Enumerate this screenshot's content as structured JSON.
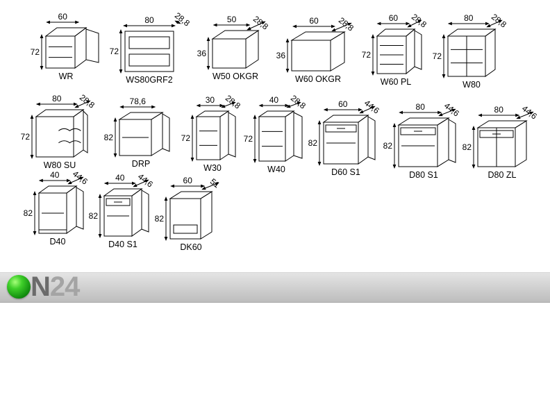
{
  "brand": {
    "name_letter": "N",
    "name_digits": "24"
  },
  "units": [
    {
      "code": "WR",
      "width": "60",
      "depth": "",
      "height": "72"
    },
    {
      "code": "WS80GRF2",
      "width": "80",
      "depth": "28,8",
      "height": "72"
    },
    {
      "code": "W50 OKGR",
      "width": "50",
      "depth": "28,8",
      "height": "36"
    },
    {
      "code": "W60 OKGR",
      "width": "60",
      "depth": "28,8",
      "height": "36"
    },
    {
      "code": "W60 PL",
      "width": "60",
      "depth": "28,8",
      "height": "72"
    },
    {
      "code": "W80",
      "width": "80",
      "depth": "28,8",
      "height": "72"
    },
    {
      "code": "W80 SU",
      "width": "80",
      "depth": "28,8",
      "height": "72"
    },
    {
      "code": "DRP",
      "width": "78,6",
      "depth": "",
      "height": "82"
    },
    {
      "code": "W30",
      "width": "30",
      "depth": "28,8",
      "height": "72"
    },
    {
      "code": "W40",
      "width": "40",
      "depth": "28,8",
      "height": "72"
    },
    {
      "code": "D60 S1",
      "width": "60",
      "depth": "44,6",
      "height": "82"
    },
    {
      "code": "D80 S1",
      "width": "80",
      "depth": "44,6",
      "height": "82"
    },
    {
      "code": "D80 ZL",
      "width": "80",
      "depth": "44,6",
      "height": "82"
    },
    {
      "code": "D40",
      "width": "40",
      "depth": "44,6",
      "height": "82"
    },
    {
      "code": "D40 S1",
      "width": "40",
      "depth": "44,6",
      "height": "82"
    },
    {
      "code": "DK60",
      "width": "60",
      "depth": "51",
      "height": "82"
    }
  ]
}
